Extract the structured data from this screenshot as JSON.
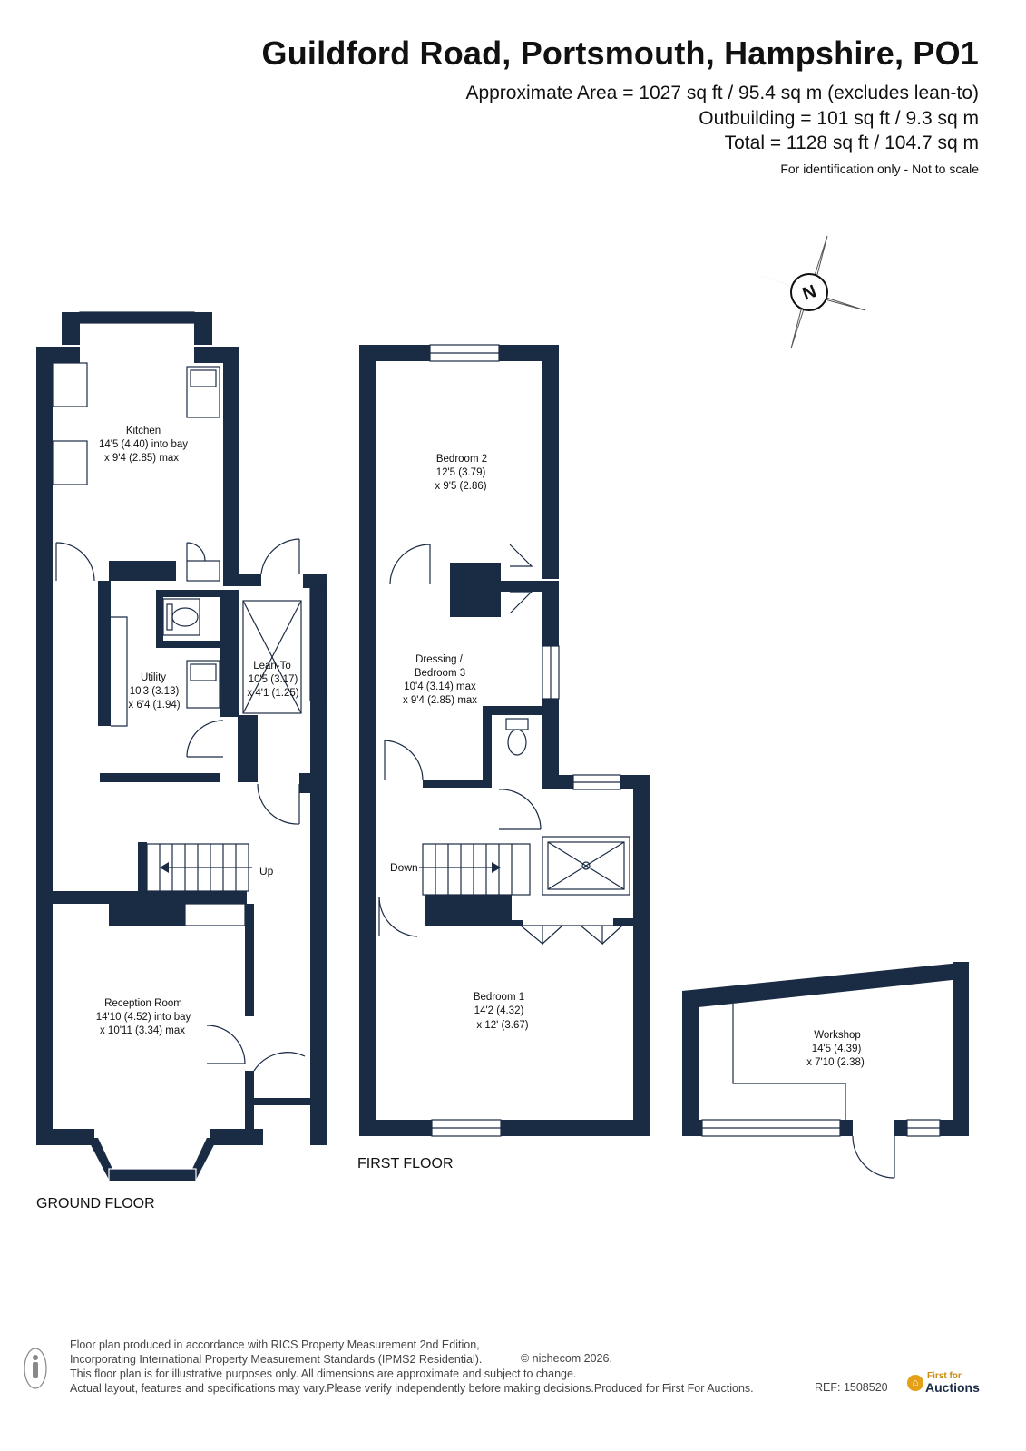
{
  "header": {
    "title": "Guildford Road, Portsmouth, Hampshire, PO1",
    "area_line1": "Approximate Area = 1027 sq ft / 95.4 sq m (excludes lean-to)",
    "area_line2": "Outbuilding = 101 sq ft / 9.3 sq m",
    "area_line3": "Total = 1128 sq ft / 104.7 sq m",
    "note": "For identification only - Not to scale"
  },
  "compass": {
    "label": "N"
  },
  "floors": {
    "ground": "GROUND FLOOR",
    "first": "FIRST FLOOR"
  },
  "rooms": {
    "kitchen": {
      "name": "Kitchen",
      "dim1": "14'5 (4.40) into bay",
      "dim2": "x 9'4 (2.85) max"
    },
    "utility": {
      "name": "Utility",
      "dim1": "10'3 (3.13)",
      "dim2": "x 6'4 (1.94)"
    },
    "lean_to": {
      "name": "Lean-To",
      "dim1": "10'5 (3.17)",
      "dim2": "x 4'1 (1.25)"
    },
    "reception": {
      "name": "Reception Room",
      "dim1": "14'10 (4.52) into bay",
      "dim2": "x 10'11 (3.34) max"
    },
    "bedroom2": {
      "name": "Bedroom 2",
      "dim1": "12'5 (3.79)",
      "dim2": "x 9'5 (2.86)"
    },
    "dressing": {
      "name": "Dressing /",
      "name2": "Bedroom 3",
      "dim1": "10'4 (3.14) max",
      "dim2": "x 9'4 (2.85) max"
    },
    "bedroom1": {
      "name": "Bedroom 1",
      "dim1": "14'2 (4.32)",
      "dim2": "x 12' (3.67)"
    },
    "workshop": {
      "name": "Workshop",
      "dim1": "14'5 (4.39)",
      "dim2": "x 7'10 (2.38)"
    }
  },
  "stairs": {
    "up": "Up",
    "down": "Down"
  },
  "footer": {
    "line1": "Floor plan produced in accordance with RICS Property Measurement 2nd Edition,",
    "line2": "Incorporating International Property Measurement Standards (IPMS2 Residential).",
    "copyright": "© nichecom 2026.",
    "line3": "This floor plan is for illustrative purposes only. All dimensions are approximate and subject to change.",
    "line4": "Actual layout, features and specifications may vary.Please verify independently before making decisions.Produced for First For Auctions.",
    "ref": "REF:  1508520",
    "brand_top": "First for",
    "brand_bottom": "Auctions"
  },
  "colors": {
    "wall": "#1a2b44",
    "accent": "#e5a019"
  }
}
